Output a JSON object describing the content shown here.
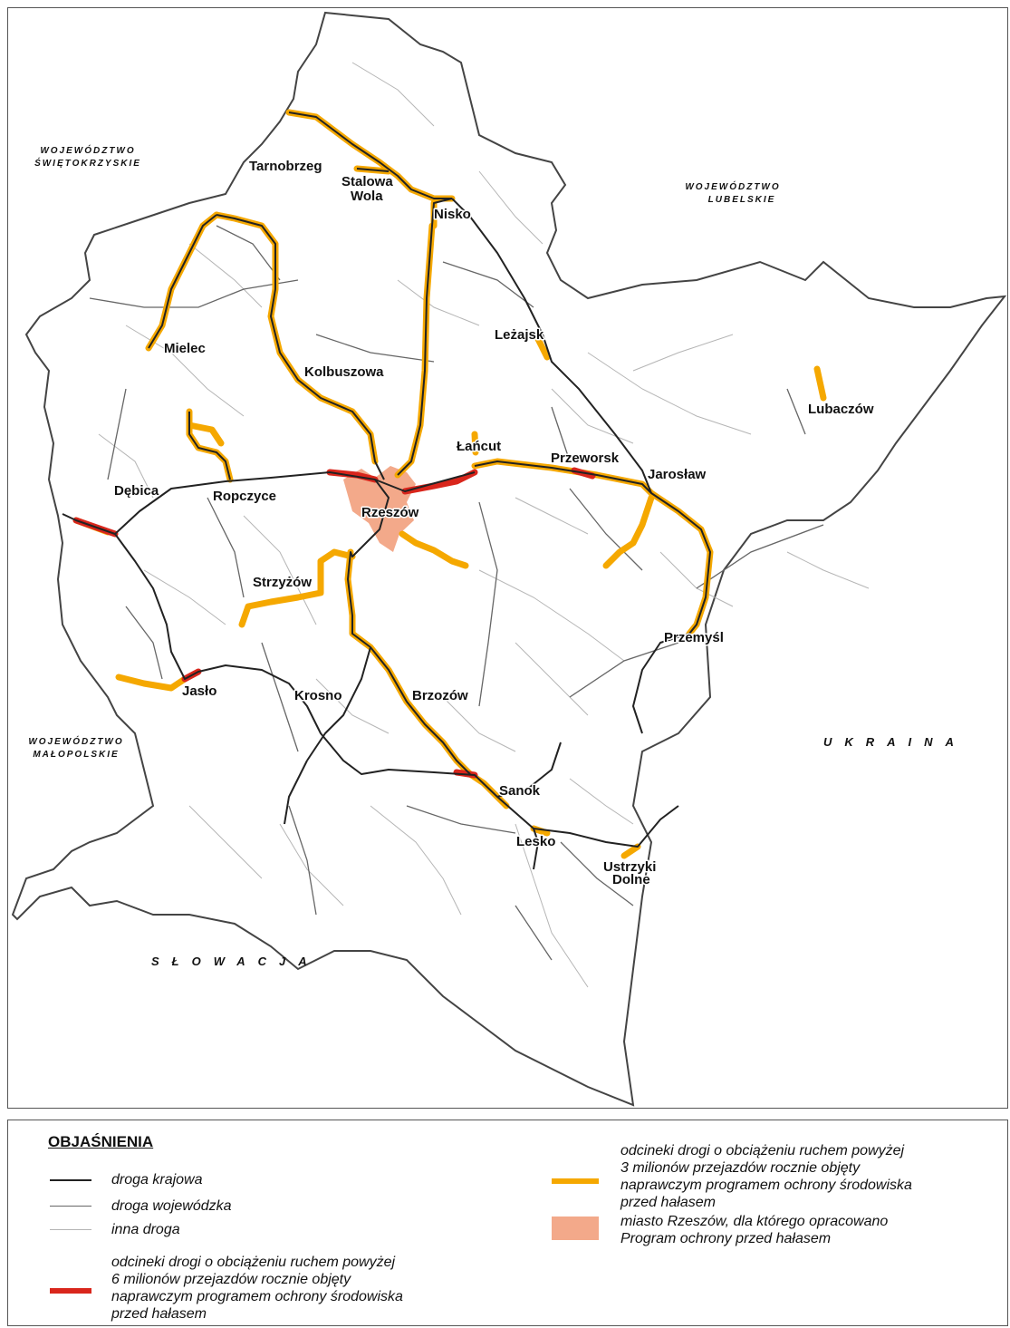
{
  "map": {
    "regions": {
      "swietokrzyskie": [
        "WOJEWÓDZTWO",
        "ŚWIĘTOKRZYSKIE"
      ],
      "lubelskie": [
        "WOJEWÓDZTWO",
        "LUBELSKIE"
      ],
      "malopolskie": [
        "WOJEWÓDZTWO",
        "MAŁOPOLSKIE"
      ]
    },
    "countries": {
      "ukraina": "UKRAINA",
      "slowacja": "SŁOWACJA"
    },
    "cities": {
      "tarnobrzeg": "Tarnobrzeg",
      "stalowa_wola_1": "Stalowa",
      "stalowa_wola_2": "Wola",
      "nisko": "Nisko",
      "mielec": "Mielec",
      "kolbuszowa": "Kolbuszowa",
      "lezajsk": "Leżajsk",
      "lubaczow": "Lubaczów",
      "lancut": "Łańcut",
      "przeworsk": "Przeworsk",
      "jaroslaw": "Jarosław",
      "debica": "Dębica",
      "ropczyce": "Ropczyce",
      "rzeszow": "Rzeszów",
      "strzyzow": "Strzyżów",
      "przemysl": "Przemyśl",
      "jaslo": "Jasło",
      "krosno": "Krosno",
      "brzozow": "Brzozów",
      "sanok": "Sanok",
      "lesko": "Lesko",
      "ustrzyki_1": "Ustrzyki",
      "ustrzyki_2": "Dolne"
    },
    "colors": {
      "orange": "#f5a800",
      "red": "#d9261c",
      "city_fill": "#f3a98a",
      "national": "#222222",
      "voivodeship": "#666666",
      "other": "#b5b5b5"
    }
  },
  "legend": {
    "title": "OBJAŚNIENIA",
    "national_road": "droga krajowa",
    "voivodeship_road": "droga wojewódzka",
    "other_road": "inna droga",
    "red_lines": [
      "odcineki drogi o obciążeniu ruchem powyżej",
      "6 milionów przejazdów rocznie objęty",
      "naprawczym programem ochrony środowiska",
      "przed hałasem"
    ],
    "orange_lines": [
      "odcineki drogi o obciążeniu ruchem powyżej",
      "3 milionów przejazdów rocznie objęty",
      "naprawczym programem ochrony środowiska",
      "przed hałasem"
    ],
    "city_lines": [
      "miasto Rzeszów, dla którego opracowano",
      "Program ochrony przed hałasem"
    ]
  }
}
